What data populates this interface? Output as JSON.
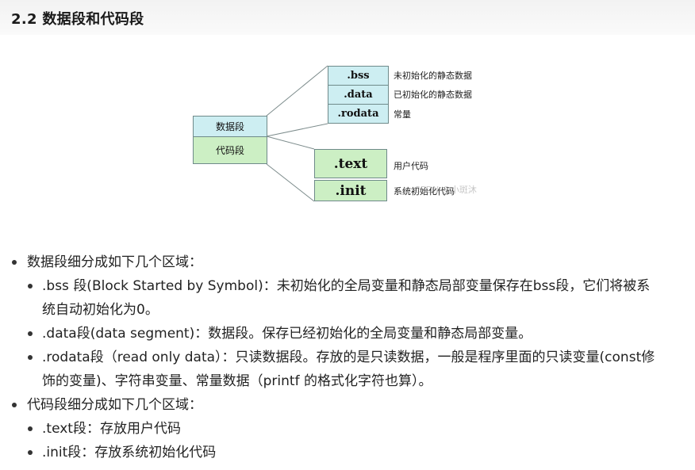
{
  "heading": "2.2 数据段和代码段",
  "figure": {
    "left_boxes": {
      "data": "数据段",
      "code": "代码段"
    },
    "data_boxes": [
      {
        "label": ".bss",
        "desc": "未初始化的静态数据"
      },
      {
        "label": ".data",
        "desc": "已初始化的静态数据"
      },
      {
        "label": ".rodata",
        "desc": "常量"
      }
    ],
    "code_boxes": [
      {
        "label": ".text",
        "desc": "用户代码"
      },
      {
        "label": ".init",
        "desc": "系统初始化代码"
      }
    ],
    "watermark": "CSDN @小斑沐",
    "colors": {
      "cyan": "#cdeef2",
      "green": "#ccefc4",
      "border": "#6f8a8a"
    }
  },
  "list": {
    "data_segment": {
      "text": "数据段细分成如下几个区域：",
      "items": [
        ".bss 段(Block Started by Symbol)：未初始化的全局变量和静态局部变量保存在bss段，它们将被系统自动初始化为0。",
        ".data段(data segment)：数据段。保存已经初始化的全局变量和静态局部变量。",
        ".rodata段（read only data）：只读数据段。存放的是只读数据，一般是程序里面的只读变量(const修饰的变量)、字符串变量、常量数据（printf 的格式化字符也算）。"
      ]
    },
    "code_segment": {
      "text": "代码段细分成如下几个区域：",
      "items": [
        ".text段：存放用户代码",
        ".init段：存放系统初始化代码"
      ]
    }
  }
}
